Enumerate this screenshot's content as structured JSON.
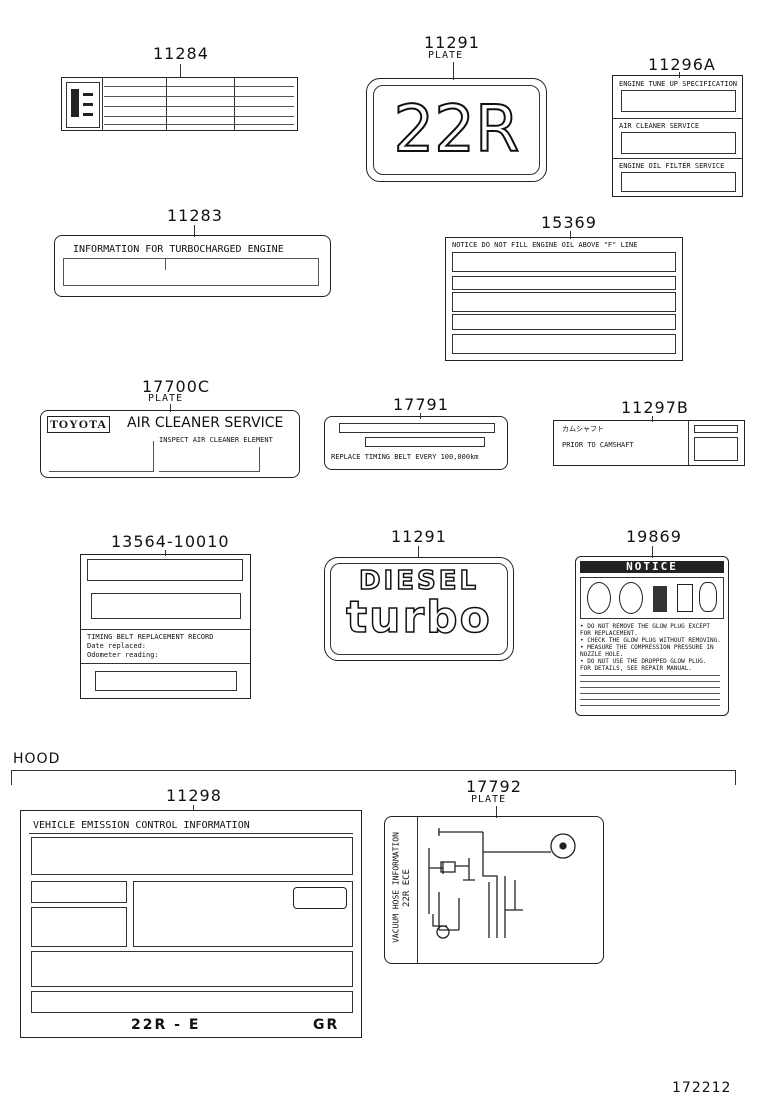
{
  "parts": {
    "p11284": "11284",
    "p11291a": "11291",
    "p11291a_sub": "PLATE",
    "p11296a": "11296A",
    "p11283": "11283",
    "p15369": "15369",
    "p17700c": "17700C",
    "p17700c_sub": "PLATE",
    "p17791": "17791",
    "p11297b": "11297B",
    "p13564": "13564-10010",
    "p11291b": "11291",
    "p19869": "19869",
    "p11298": "11298",
    "p17792": "17792",
    "p17792_sub": "PLATE"
  },
  "labels": {
    "engine_22r": "22R",
    "spec_line1": "ENGINE TUNE UP SPECIFICATION",
    "spec_line2": "AIR CLEANER SERVICE",
    "spec_line3": "ENGINE OIL FILTER SERVICE",
    "turbo_info": "INFORMATION FOR TURBOCHARGED ENGINE",
    "notice_15369": "NOTICE  DO NOT FILL ENGINE OIL ABOVE \"F\" LINE",
    "toyota": "TOYOTA",
    "air_cleaner": "AIR CLEANER SERVICE",
    "inspect": "INSPECT AIR CLEANER ELEMENT",
    "timing_belt": "REPLACE TIMING BELT EVERY 100,000km",
    "camshaft_jp": "カムシャフト",
    "prior_cam": "PRIOR TO CAMSHAFT",
    "timing_record": "TIMING BELT REPLACEMENT RECORD",
    "date_replaced": "Date replaced:",
    "odometer": "Odometer reading:",
    "diesel": "DIESEL",
    "turbo": "turbo",
    "notice": "NOTICE",
    "notice_l1": "• DO NOT REMOVE THE GLOW PLUG EXCEPT",
    "notice_l2": "  FOR REPLACEMENT.",
    "notice_l3": "• CHECK THE GLOW PLUG WITHOUT REMOVING.",
    "notice_l4": "• MEASURE THE COMPRESSION PRESSURE IN",
    "notice_l5": "  NOZZLE HOLE.",
    "notice_l6": "• DO NOT USE THE DROPPED GLOW PLUG.",
    "notice_l7": "  FOR DETAILS, SEE REPAIR MANUAL.",
    "vehicle_emission": "VEHICLE  EMISSION  CONTROL  INFORMATION",
    "emission_engine": "22R - E",
    "emission_gr": "GR",
    "vacuum_hose": "VACUUM HOSE INFORMATION",
    "vacuum_engine": "22R  ECE",
    "hood": "HOOD",
    "drawing_no": "172212"
  }
}
